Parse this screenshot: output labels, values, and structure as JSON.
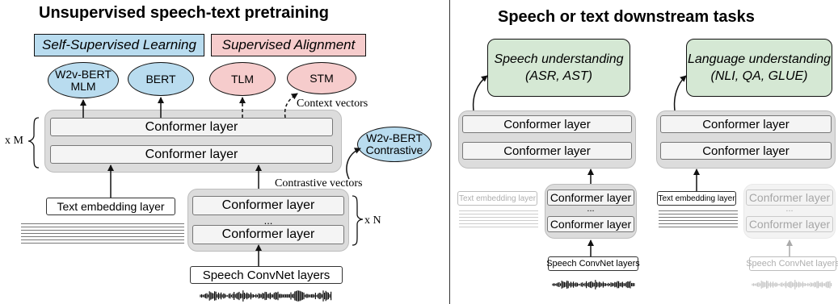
{
  "left_panel": {
    "title": "Unsupervised speech-text pretraining",
    "ssl_label": "Self-Supervised Learning",
    "sup_label": "Supervised Alignment",
    "heads": {
      "w2v_mlm": [
        "W2v-BERT",
        "MLM"
      ],
      "bert": "BERT",
      "tlm": "TLM",
      "stm": "STM",
      "w2v_contrastive": [
        "W2v-BERT",
        "Contrastive"
      ]
    },
    "shared_layers": [
      "Conformer layer",
      "Conformer layer"
    ],
    "shared_repeat": "x M",
    "speech_layers": [
      "Conformer layer",
      "...",
      "Conformer layer"
    ],
    "speech_repeat": "x N",
    "text_embedding": "Text embedding layer",
    "speech_convnet": "Speech ConvNet layers",
    "context_vectors": "Context vectors",
    "contrastive_vectors": "Contrastive vectors"
  },
  "right_panel": {
    "title": "Speech or text downstream tasks",
    "speech_task": {
      "line1": "Speech understanding",
      "line2": "(ASR, AST)",
      "shared_layers": [
        "Conformer layer",
        "Conformer layer"
      ],
      "speech_layers": [
        "Conformer layer",
        "...",
        "Conformer layer"
      ],
      "text_embedding": "Text embedding layer",
      "convnet": "Speech ConvNet layers"
    },
    "text_task": {
      "line1": "Language understanding",
      "line2": "(NLI, QA, GLUE)",
      "shared_layers": [
        "Conformer layer",
        "Conformer layer"
      ],
      "speech_layers": [
        "Conformer layer",
        "...",
        "Conformer layer"
      ],
      "text_embedding": "Text embedding layer",
      "convnet": "Speech ConvNet layers"
    }
  },
  "colors": {
    "ssl_blue": "#b9dcef",
    "supervised_pink": "#f6cccc",
    "task_green": "#d5e8d4",
    "group_gray": "#dcdcdc"
  }
}
